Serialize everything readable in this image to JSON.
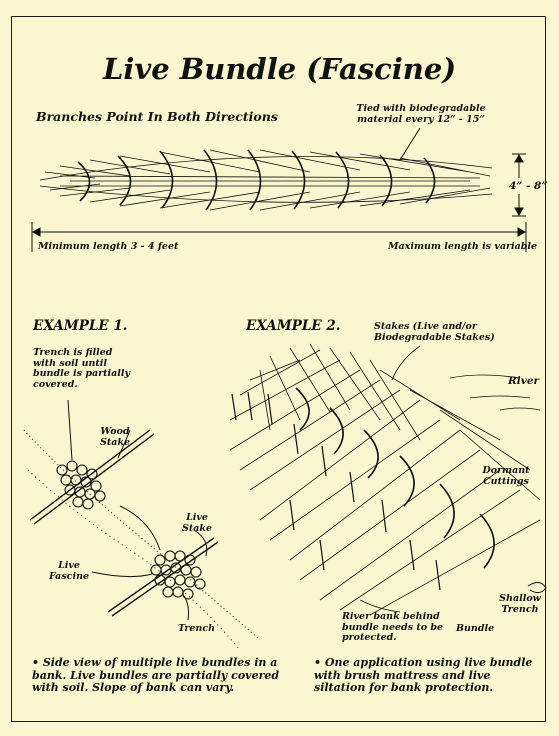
{
  "title": "Live Bundle (Fascine)",
  "top": {
    "heading": "Branches Point In Both Directions",
    "tied_label": [
      "Tied with biodegradable",
      "material every 12” - 15”"
    ],
    "diameter_label": "4” - 8”",
    "min_length_label": "Minimum length 3 - 4 feet",
    "max_length_label": "Maximum length is variable"
  },
  "example1": {
    "heading": "EXAMPLE 1.",
    "trench_filled_label": [
      "Trench is filled",
      "with soil until",
      "bundle is partially",
      "covered."
    ],
    "wood_stake_label": [
      "Wood",
      "Stake"
    ],
    "live_stake_label": [
      "Live",
      "Stake"
    ],
    "live_fascine_label": [
      "Live",
      "Fascine"
    ],
    "trench_label": "Trench",
    "caption": "• Side view of multiple live bundles in a bank. Live bundles are partially covered with soil. Slope of bank can vary."
  },
  "example2": {
    "heading": "EXAMPLE 2.",
    "stakes_label": [
      "Stakes (Live and/or",
      "Biodegradable Stakes)"
    ],
    "river_label": "River",
    "dormant_label": [
      "Dormant",
      "Cuttings"
    ],
    "shallow_trench_label": [
      "Shallow",
      "Trench"
    ],
    "bundle_label": "Bundle",
    "river_bank_label": [
      "River bank behind",
      "bundle needs to be",
      "protected."
    ],
    "caption": "• One application using live bundle with brush mattress and live siltation for bank protection."
  }
}
